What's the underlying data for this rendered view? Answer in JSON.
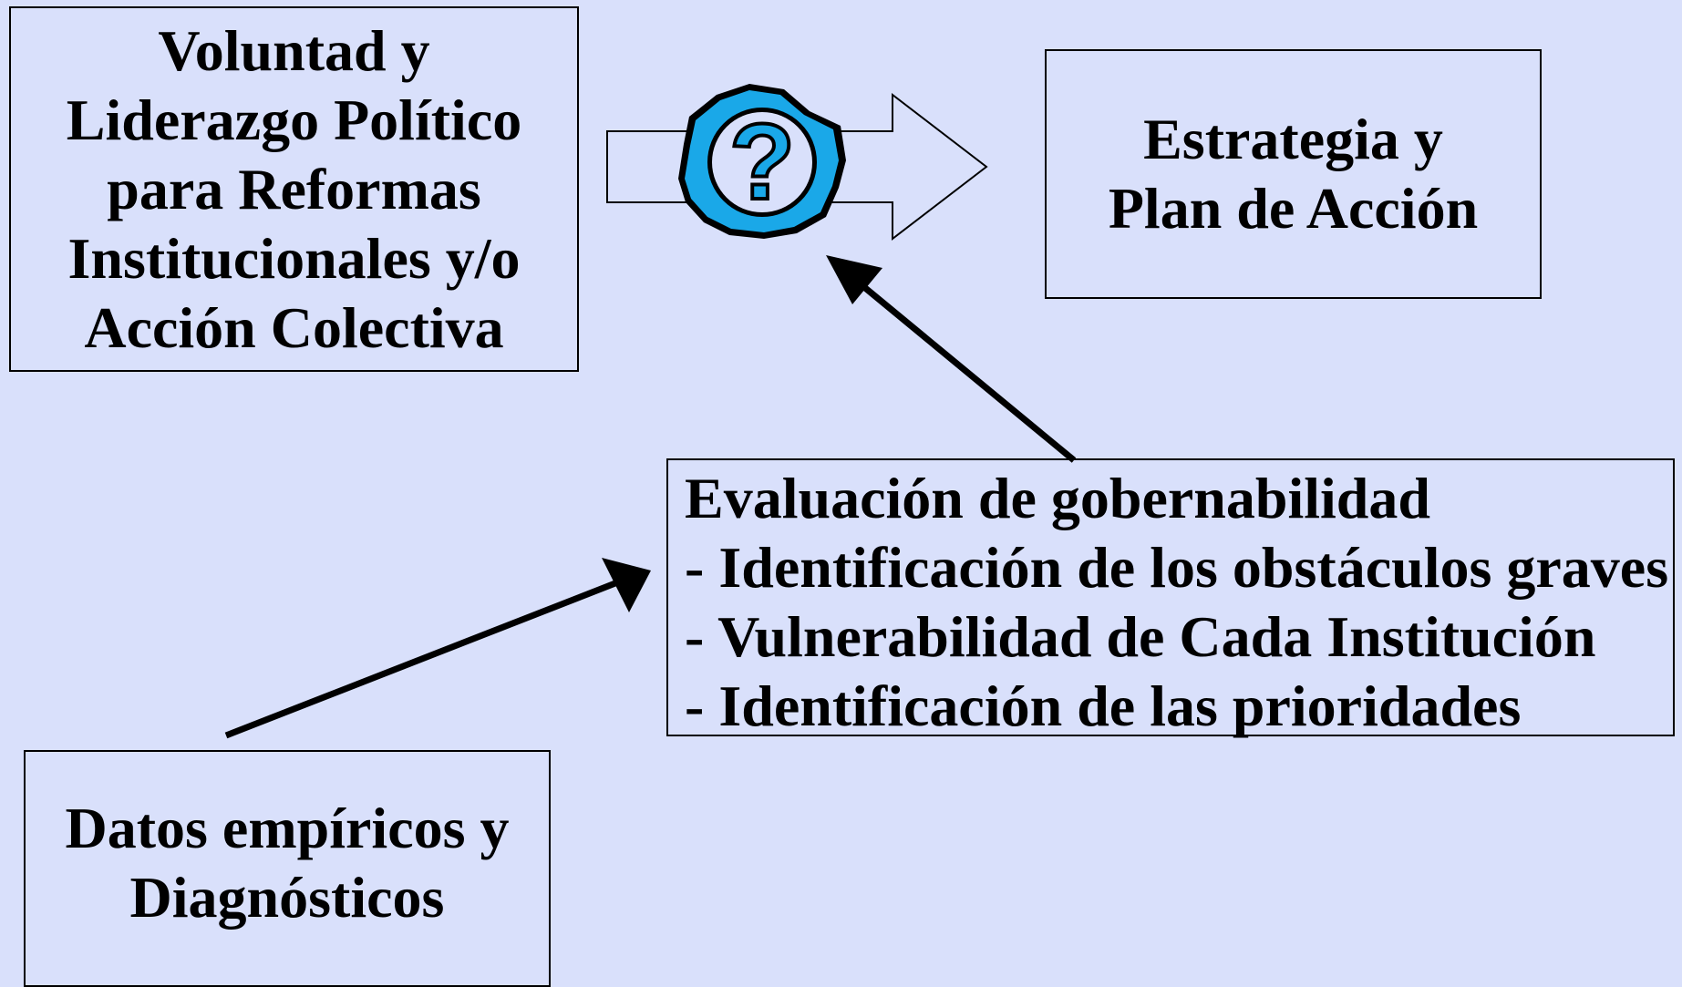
{
  "boxes": {
    "voluntad": {
      "lines": [
        "Voluntad y",
        "Liderazgo Político",
        "para Reformas",
        "Institucionales y/o",
        "Acción Colectiva"
      ]
    },
    "estrategia": {
      "lines": [
        "Estrategia y",
        "Plan de Acción"
      ]
    },
    "evaluacion": {
      "lines": [
        "Evaluación de gobernabilidad",
        "- Identificación de los obstáculos graves",
        "- Vulnerabilidad de Cada Institución",
        "- Identificación de las prioridades"
      ]
    },
    "datos": {
      "lines": [
        "Datos empíricos y",
        "Diagnósticos"
      ]
    }
  },
  "icon": {
    "name": "question-mark-icon",
    "glyph": "?",
    "color": "#1aa8e8"
  },
  "colors": {
    "background": "#d9e0fb",
    "border": "#000000",
    "text": "#000000"
  }
}
